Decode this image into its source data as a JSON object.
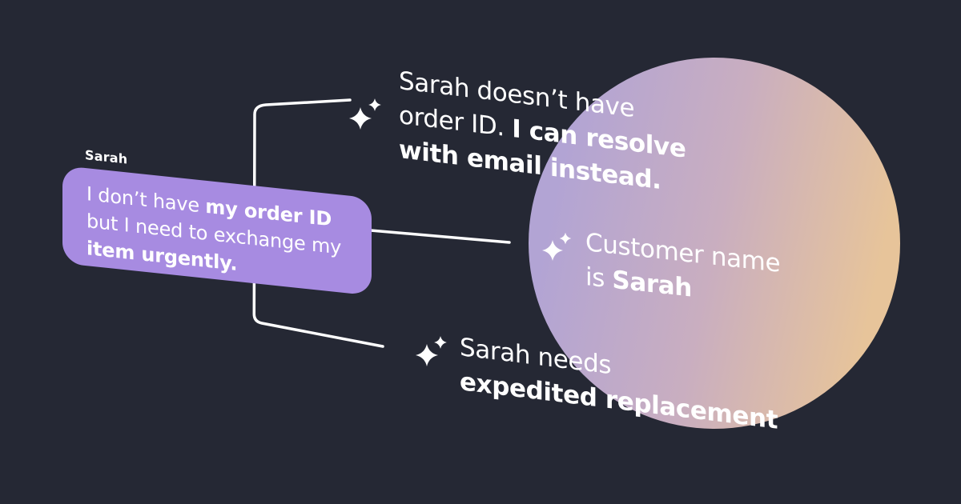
{
  "colors": {
    "bg": "#252834",
    "bubble": "#a78be1",
    "circle-from": "#b2a4d4",
    "circle-mid": "#c9aec0",
    "circle-to": "#e7c49a",
    "line": "#ffffff",
    "text": "#ffffff"
  },
  "chat": {
    "sender": "Sarah",
    "lines": [
      {
        "regular": "I don’t have ",
        "bold": "my order ID"
      },
      {
        "regular": "but I need to exchange my",
        "bold": ""
      },
      {
        "regular": "",
        "bold": "item urgently."
      }
    ]
  },
  "icons": {
    "sparkle": "ai-sparkle-icon"
  },
  "annotations": [
    {
      "id": "resolve-with-email",
      "lines": [
        {
          "regular": "Sarah doesn’t have",
          "bold": ""
        },
        {
          "regular": "order ID. ",
          "bold": "I can resolve"
        },
        {
          "regular": "",
          "bold": "with email instead."
        }
      ]
    },
    {
      "id": "customer-name",
      "lines": [
        {
          "regular": "Customer name",
          "bold": ""
        },
        {
          "regular": "is ",
          "bold": "Sarah"
        }
      ]
    },
    {
      "id": "expedited-replacement",
      "lines": [
        {
          "regular": "Sarah needs",
          "bold": ""
        },
        {
          "regular": "",
          "bold": "expedited replacement"
        }
      ]
    }
  ]
}
